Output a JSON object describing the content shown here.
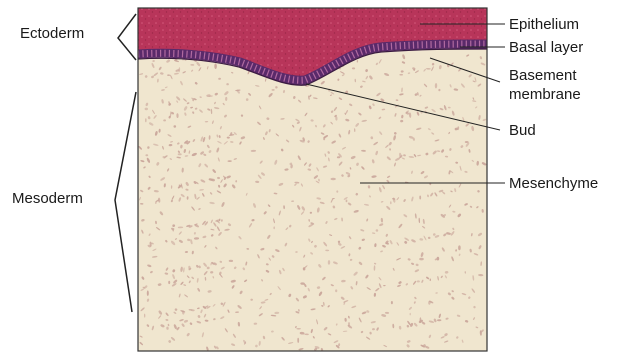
{
  "diagram": {
    "left_labels": {
      "ectoderm": "Ectoderm",
      "mesoderm": "Mesoderm"
    },
    "right_labels": {
      "epithelium": "Epithelium",
      "basal_layer": "Basal layer",
      "basement_line1": "Basement",
      "basement_line2": "membrane",
      "bud": "Bud",
      "mesenchyme": "Mesenchyme"
    },
    "colors": {
      "epithelium": "#b8355a",
      "basal_layer": "#5a2a6a",
      "mesenchyme": "#f0e6cf",
      "cell_dots": "#c9a59a",
      "lines": "#222222"
    }
  }
}
